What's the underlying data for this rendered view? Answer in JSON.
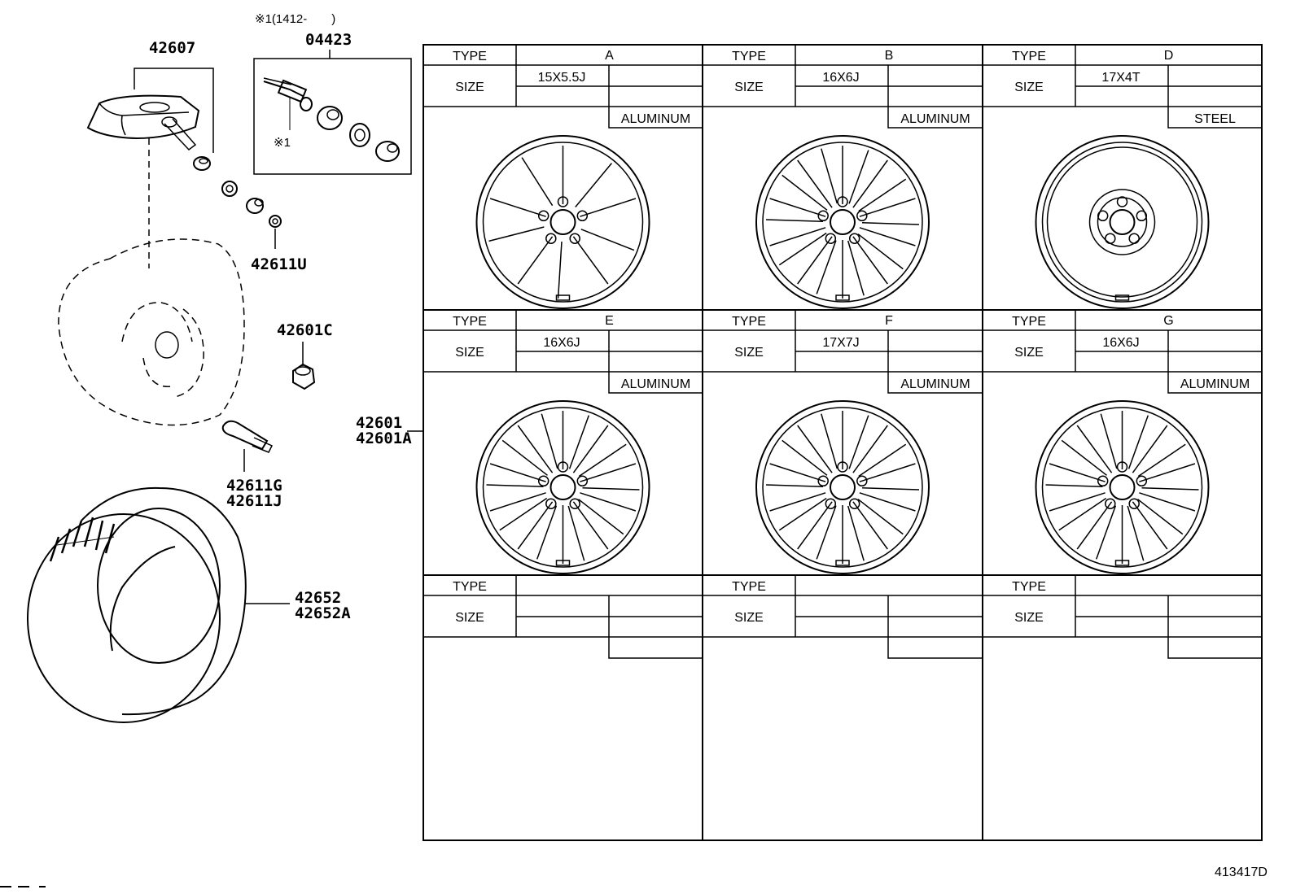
{
  "parts": {
    "p42607": "42607",
    "p04423": "04423",
    "kit_note": "※1(1412-　　)",
    "kit_mark": "※1",
    "p42611U": "42611U",
    "p42601C": "42601C",
    "p42611G": "42611G",
    "p42611J": "42611J",
    "p42601": "42601",
    "p42601A": "42601A",
    "p42652": "42652",
    "p42652A": "42652A"
  },
  "table": {
    "type_label": "TYPE",
    "size_label": "SIZE",
    "cells": [
      {
        "type": "A",
        "size": "15X5.5J",
        "material": "ALUMINUM"
      },
      {
        "type": "B",
        "size": "16X6J",
        "material": "ALUMINUM"
      },
      {
        "type": "D",
        "size": "17X4T",
        "material": "STEEL"
      },
      {
        "type": "E",
        "size": "16X6J",
        "material": "ALUMINUM"
      },
      {
        "type": "F",
        "size": "17X7J",
        "material": "ALUMINUM"
      },
      {
        "type": "G",
        "size": "16X6J",
        "material": "ALUMINUM"
      },
      {
        "type": "",
        "size": "",
        "material": ""
      },
      {
        "type": "",
        "size": "",
        "material": ""
      },
      {
        "type": "",
        "size": "",
        "material": ""
      }
    ]
  },
  "drawing_id": "413417D"
}
